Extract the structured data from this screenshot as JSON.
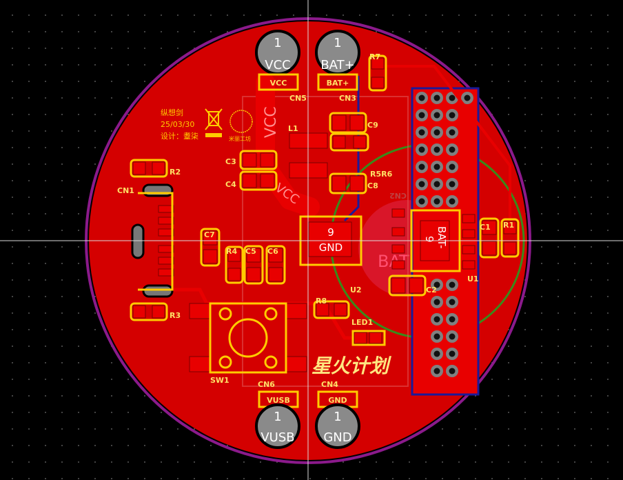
{
  "colors": {
    "board": "#d40000",
    "outline": "#8b1a8b",
    "silkscreen": "#ffcc00",
    "bottom_trace": "#1a1a9a",
    "top_trace": "#e80000",
    "keepout": "#3a8a1a"
  },
  "connectors": {
    "cn5": {
      "pin": "1",
      "net": "VCC",
      "silk": "VCC",
      "ref": "CN5"
    },
    "cn3": {
      "pin": "1",
      "net": "BAT+",
      "silk": "BAT+",
      "ref": "CN3"
    },
    "cn6": {
      "pin": "1",
      "net": "VUSB",
      "silk": "VUSB",
      "ref": "CN6"
    },
    "cn4": {
      "pin": "1",
      "net": "GND",
      "silk": "GND",
      "ref": "CN4"
    }
  },
  "refs": {
    "R7": "R7",
    "C9": "C9",
    "L1": "L1",
    "C3": "C3",
    "C4": "C4",
    "R5R6": "R5R6",
    "C8": "C8",
    "R2": "R2",
    "CN1": "CN1",
    "C7": "C7",
    "R4": "R4",
    "C5": "C5",
    "C6": "C6",
    "CN2": "CN2",
    "C1": "C1",
    "R1": "R1",
    "U1": "U1",
    "C2": "C2",
    "U2": "U2",
    "R3": "R3",
    "R8": "R8",
    "LED1": "LED1",
    "SW1": "SW1"
  },
  "nets": {
    "vcc_trace": "VCC",
    "vcc_pour": "VCC",
    "u2_pad_num": "9",
    "u2_pad_net": "GND",
    "u1_pad_net": "BAT-",
    "u1_pad_num": "9",
    "bat_faint": "BAT"
  },
  "logo": {
    "line1": "纵想剑",
    "date": "25/03/30",
    "designer": "设计：耋柒",
    "brand": "星火计划",
    "studio": "米丽工坊"
  }
}
